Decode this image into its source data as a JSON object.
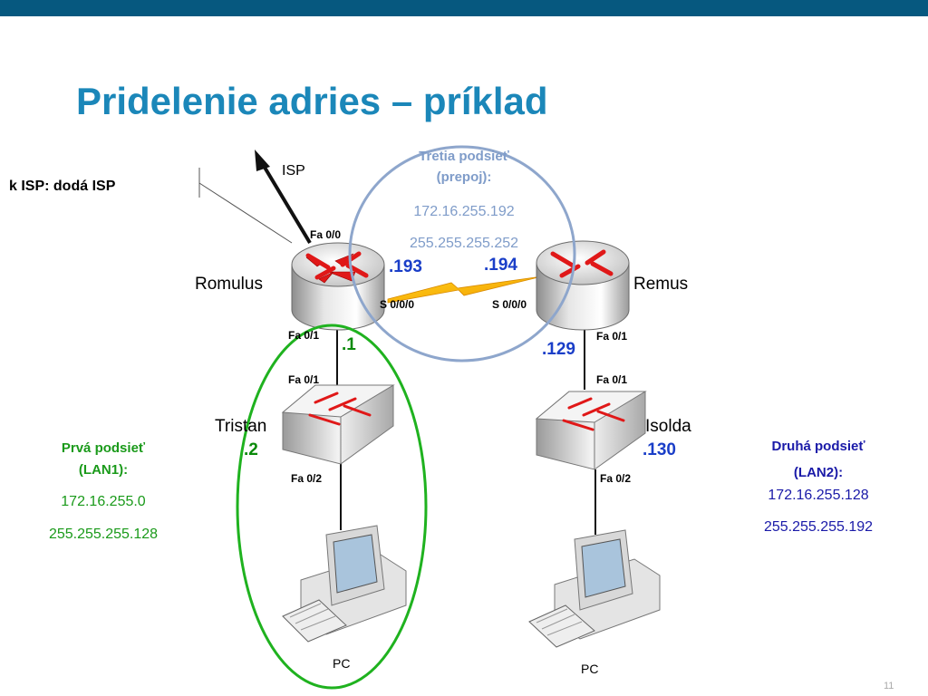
{
  "slide": {
    "title": "Pridelenie adries – príklad",
    "page_number": "11"
  },
  "isp": {
    "label": "ISP",
    "note": "k ISP: dodá ISP"
  },
  "devices": {
    "romulus": {
      "name": "Romulus",
      "fa00": "Fa 0/0",
      "s000": "S 0/0/0",
      "fa01": "Fa 0/1",
      "ip": ".1",
      "serial_ip": ".193"
    },
    "remus": {
      "name": "Remus",
      "s000": "S 0/0/0",
      "fa01": "Fa 0/1",
      "ip": ".129",
      "serial_ip": ".194"
    },
    "tristan": {
      "name": "Tristan",
      "fa01": "Fa 0/1",
      "fa02": "Fa 0/2",
      "ip": ".2"
    },
    "isolda": {
      "name": "Isolda",
      "fa01": "Fa 0/1",
      "fa02": "Fa 0/2",
      "ip": ".130"
    },
    "pc_left": {
      "label": "PC"
    },
    "pc_right": {
      "label": "PC"
    }
  },
  "subnets": {
    "lan1": {
      "line1": "Prvá podsieť",
      "line2": "(LAN1):",
      "network": "172.16.255.0",
      "mask": "255.255.255.128",
      "color": "#1a9a1a"
    },
    "lan2": {
      "line1": "Druhá podsieť",
      "line2": "(LAN2):",
      "network": "172.16.255.128",
      "mask": "255.255.255.192",
      "color": "#1a1aa8"
    },
    "link": {
      "line1": "Tretia podsieť",
      "line2": "(prepoj):",
      "network": "172.16.255.192",
      "mask": "255.255.255.252",
      "color": "#7f9cc9"
    }
  },
  "colors": {
    "topbar": "#06587f",
    "title": "#1b87b9",
    "lan1_ring": "#1fb21f",
    "link_ring": "#8ea6cc",
    "ip_blue": "#1a3ec8",
    "ip_green": "#0a8a0a",
    "arrow_red": "#e01818"
  }
}
